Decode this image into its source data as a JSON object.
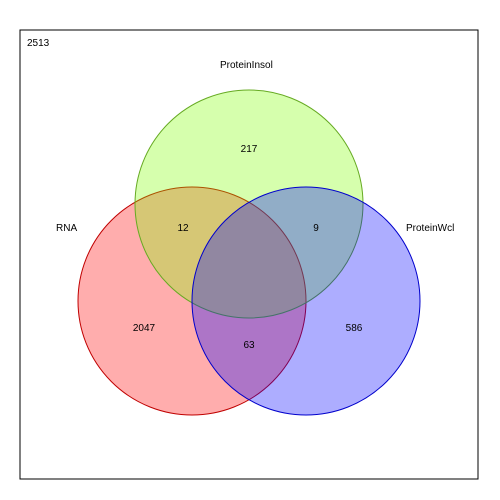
{
  "total": "2513",
  "sets": [
    {
      "name": "RNA",
      "fill": "#ff0000",
      "stroke": "#c00000"
    },
    {
      "name": "ProteinInsol",
      "fill": "#80ff00",
      "stroke": "#66aa22"
    },
    {
      "name": "ProteinWcl",
      "fill": "#0000ff",
      "stroke": "#0000cc"
    }
  ],
  "regions": {
    "rna_only": "2047",
    "insol_only": "217",
    "wcl_only": "586",
    "rna_insol": "12",
    "insol_wcl": "9",
    "rna_wcl": "63",
    "all_three": ""
  }
}
